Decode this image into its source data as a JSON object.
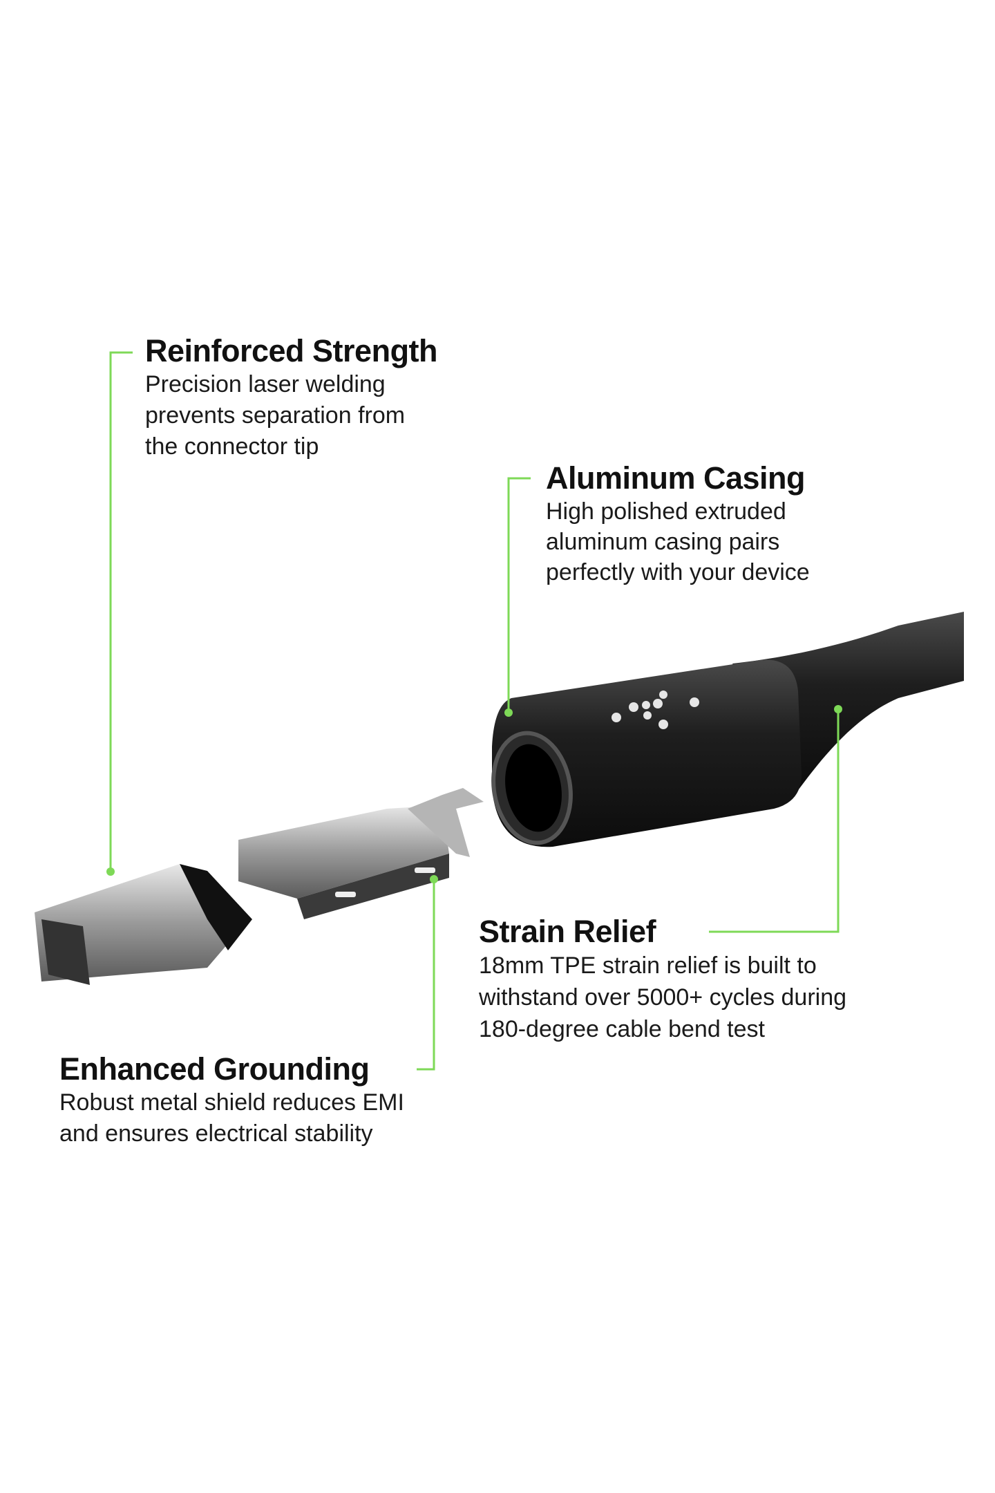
{
  "callouts": {
    "reinforced": {
      "title": "Reinforced Strength",
      "body": "Precision laser welding\nprevents separation from\nthe connector tip"
    },
    "aluminum": {
      "title": "Aluminum Casing",
      "body": "High polished extruded\naluminum casing pairs\nperfectly with your device"
    },
    "strain": {
      "title": "Strain Relief",
      "body": "18mm TPE strain relief is built to\nwithstand over 5000+ cycles during\n180-degree cable bend test"
    },
    "grounding": {
      "title": "Enhanced Grounding",
      "body": "Robust metal shield reduces EMI\nand ensures electrical stability"
    }
  },
  "colors": {
    "accent": "#7ed957",
    "casing": "#1c1c1c"
  }
}
